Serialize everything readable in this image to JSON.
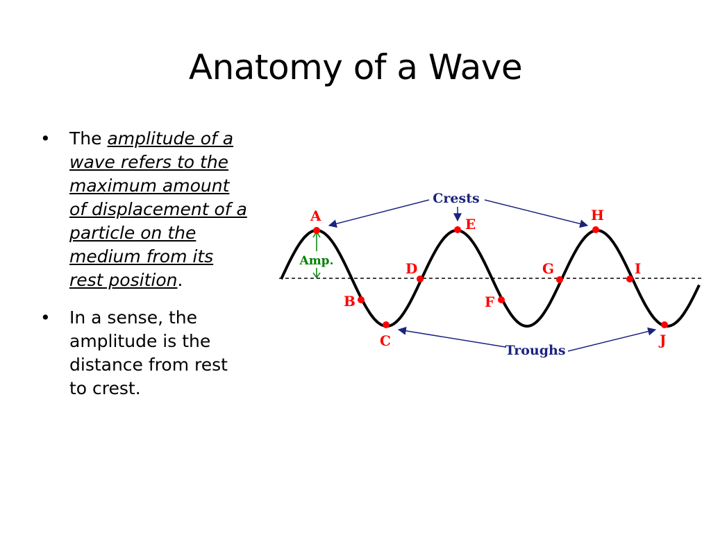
{
  "slide": {
    "title": "Anatomy of a Wave"
  },
  "bullets": [
    {
      "prefix": "The ",
      "emphasis": "amplitude of a wave refers to the maximum amount of displacement of a particle on the medium from its rest position",
      "suffix": "."
    },
    {
      "text": "In a sense, the amplitude is the distance from rest to crest."
    }
  ],
  "diagram": {
    "point_labels": [
      "A",
      "B",
      "C",
      "D",
      "E",
      "F",
      "G",
      "H",
      "I",
      "J"
    ],
    "crests_label": "Crests",
    "troughs_label": "Troughs",
    "amplitude_label": "Amp.",
    "colors": {
      "wave": "#000000",
      "points": "#ff0000",
      "annotation_arrows": "#1a237e",
      "amplitude": "#008000"
    }
  }
}
